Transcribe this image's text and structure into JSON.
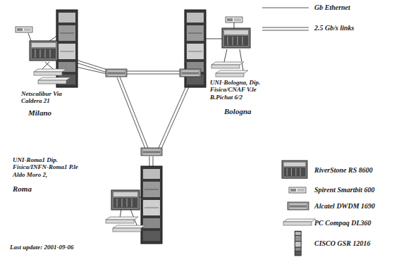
{
  "diagram": {
    "labels": [
      "Netscalibur Via Caldera 21",
      "Milano",
      "UNI-Bologna, Dip. Fisica/CNAF V.le B.Pichat 6/2",
      "Bologna",
      "UNI-Roma1 Dip. Fisica/INFN-Roma1 P.le Aldo Moro 2,",
      "Roma",
      "Last update: 2001-09-06"
    ],
    "legend": [
      {
        "text": "Gb Ethernet"
      },
      {
        "text": "2.5 Gb/s links"
      },
      {
        "text": "RiverStone RS 8600"
      },
      {
        "text": "Spirent Smartbit 600"
      },
      {
        "text": "Alcatel DWDM 1690"
      },
      {
        "text": "PC Compaq DL360"
      },
      {
        "text": "CISCO GSR 12016"
      }
    ]
  }
}
